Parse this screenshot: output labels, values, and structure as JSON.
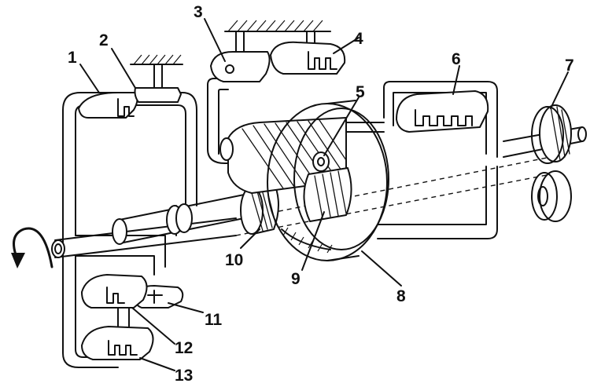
{
  "diagram": {
    "callouts": [
      {
        "id": "1",
        "text": "1"
      },
      {
        "id": "2",
        "text": "2"
      },
      {
        "id": "3",
        "text": "3"
      },
      {
        "id": "4",
        "text": "4"
      },
      {
        "id": "5",
        "text": "5"
      },
      {
        "id": "6",
        "text": "6"
      },
      {
        "id": "7",
        "text": "7"
      },
      {
        "id": "8",
        "text": "8"
      },
      {
        "id": "9",
        "text": "9"
      },
      {
        "id": "10",
        "text": "10"
      },
      {
        "id": "11",
        "text": "11"
      },
      {
        "id": "12",
        "text": "12"
      },
      {
        "id": "13",
        "text": "13"
      }
    ],
    "icons": [
      "rotation-arrow-icon",
      "ground-hatch-icon"
    ]
  }
}
